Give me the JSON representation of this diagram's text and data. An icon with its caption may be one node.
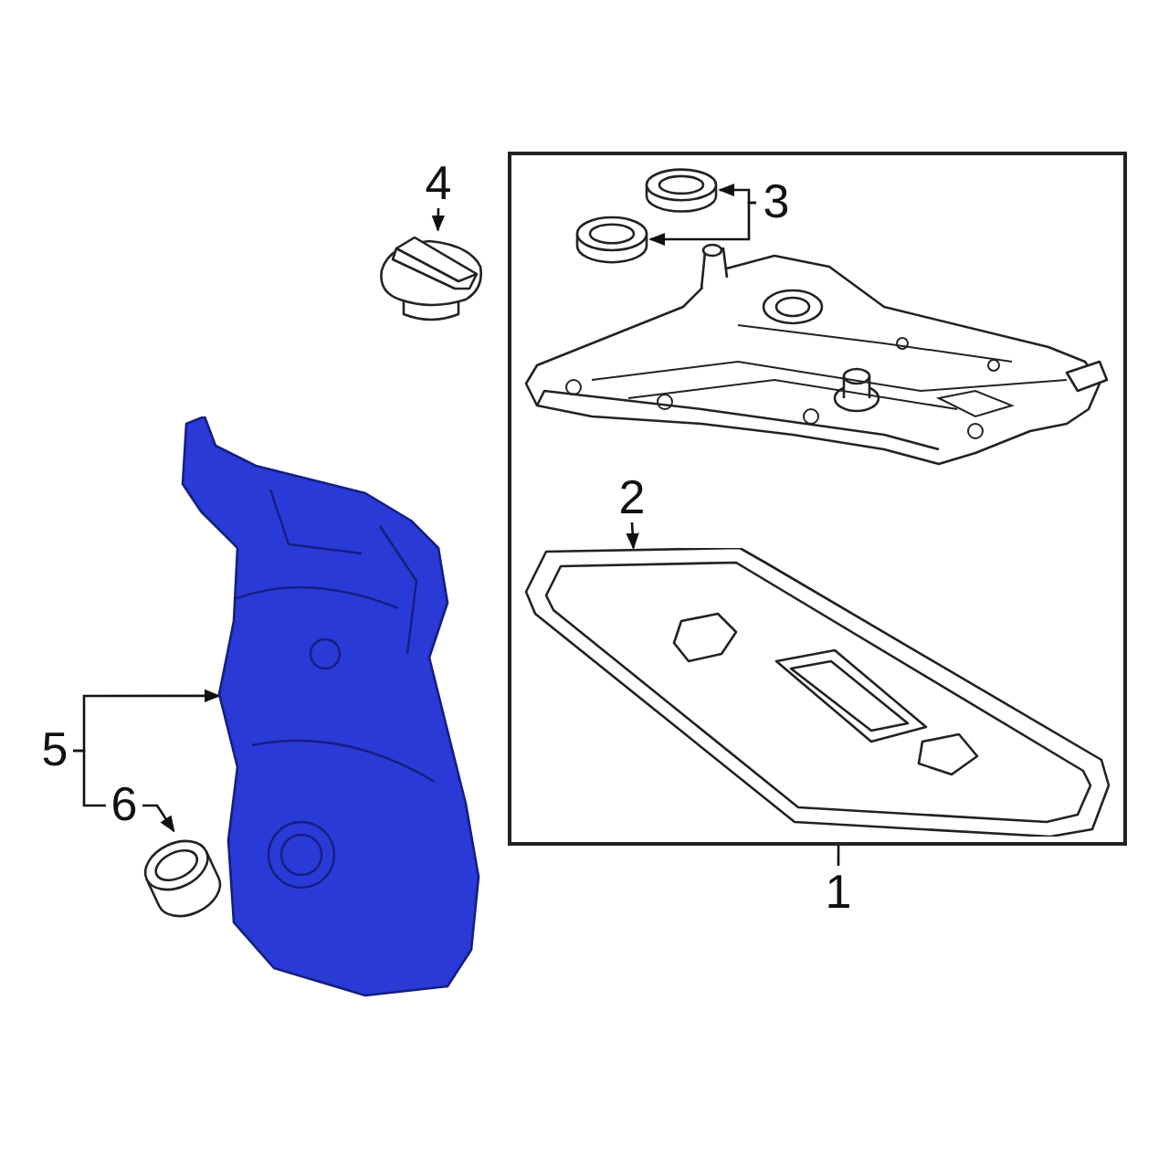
{
  "diagram": {
    "nodes": [
      {
        "text": [
          "1"
        ]
      },
      {
        "text": [],
        "shape": "box"
      },
      {
        "text": [
          "2"
        ],
        "in": 1
      },
      {
        "text": [],
        "shape": "picture",
        "in": 1
      },
      {
        "text": [
          "3"
        ],
        "in": 1
      },
      {
        "text": [],
        "shape": "picture",
        "in": 1
      },
      {
        "text": [],
        "shape": "picture",
        "in": 1
      },
      {
        "text": [
          "4"
        ]
      },
      {
        "text": [],
        "shape": "picture"
      },
      {
        "text": [
          "5"
        ]
      },
      {
        "text": [],
        "shape": "picture"
      },
      {
        "text": [
          "6"
        ]
      },
      {
        "text": [],
        "shape": "picture"
      }
    ],
    "edges": [
      {
        "from": 0,
        "to": 1,
        "arrow": "none"
      },
      {
        "from": 2,
        "to": 3,
        "arrow": "to"
      },
      {
        "from": 4,
        "to": 5,
        "arrow": "to"
      },
      {
        "from": 4,
        "to": 6,
        "arrow": "to"
      },
      {
        "from": 7,
        "to": 8,
        "arrow": "to"
      },
      {
        "from": 9,
        "to": 10,
        "arrow": "to"
      },
      {
        "from": 9,
        "to": 11,
        "arrow": "none"
      },
      {
        "from": 11,
        "to": 12,
        "arrow": "to"
      }
    ]
  }
}
